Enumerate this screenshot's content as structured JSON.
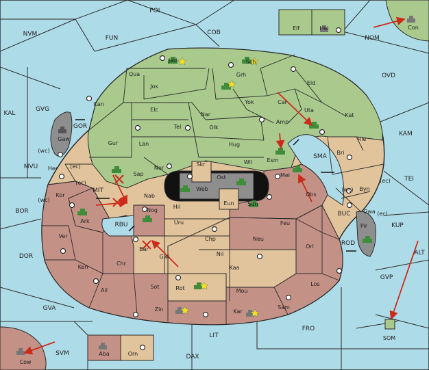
{
  "title": "",
  "colors": {
    "sea": "#aedbe8",
    "green": "#a9c98d",
    "tan": "#e1c49b",
    "brown": "#c49186",
    "grey": "#8e8e8e",
    "border": "#2a2a2a",
    "arrow": "#cc2a1a",
    "unit": "#3f8c3a",
    "star": "#f4df20"
  },
  "sea_regions": [
    "POL",
    "NVM",
    "FUN",
    "COB",
    "NOM",
    "OVD",
    "KAL",
    "GVG",
    "KAM",
    "MVU",
    "TEI",
    "BOR",
    "KUP",
    "ALT",
    "DOR",
    "GVP",
    "GVA",
    "FRO",
    "SVM",
    "LIT",
    "DAX",
    "MIT",
    "RBU",
    "GOR",
    "SMA",
    "BUC",
    "ROD"
  ],
  "land_regions": [
    "Con",
    "Elf",
    "Hel",
    "Jad",
    "Sch",
    "Qua",
    "Grh",
    "Jos",
    "Eld",
    "Can",
    "Car",
    "Uta",
    "Yok",
    "Nar",
    "Elc",
    "Tel",
    "Amp",
    "Kat",
    "Olk",
    "Gaw",
    "Gur",
    "Lan",
    "Hug",
    "Rie",
    "Esm",
    "Bri",
    "Nor",
    "Wil",
    "Skr",
    "Ost",
    "Web",
    "Sap",
    "Her",
    "Kor",
    "Nab",
    "Mel",
    "Obs",
    "Byn",
    "Eun",
    "Sun",
    "Gwa",
    "Hil",
    "Ark",
    "Nog",
    "Uru",
    "Feu",
    "Pir",
    "Ver",
    "Chp",
    "Neu",
    "Bar",
    "Gwi",
    "Orl",
    "Ken",
    "Chr",
    "Nil",
    "Kaa",
    "Los",
    "Ail",
    "Sot",
    "Rot",
    "Mou",
    "Zin",
    "Kar",
    "Sam",
    "SOM",
    "Aba",
    "Orn",
    "Cow"
  ],
  "coast_labels": [
    "(wc)",
    "(ec)",
    "(ec)",
    "(wc)",
    "(wc)",
    "(ec)",
    "(ec)"
  ]
}
